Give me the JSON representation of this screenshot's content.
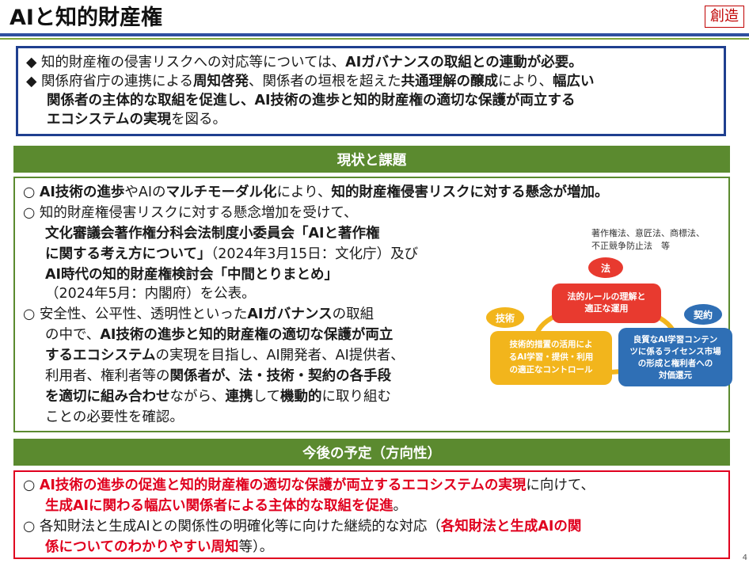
{
  "header": {
    "title": "AIと知的財産権",
    "badge": "創造"
  },
  "intro": {
    "bullet": "◆",
    "l1": {
      "a": "知的財産権の侵害リスクへの対応等については、",
      "b": "AIガバナンスの取組との連動が必要。"
    },
    "l2": {
      "a": "関係府省庁の連携による",
      "b": "周知啓発",
      "c": "、関係者の垣根を超えた",
      "d": "共通理解の醸成",
      "e": "により、",
      "f": "幅広い"
    },
    "l3": {
      "a": "関係者の主体的な取組を促進し、AI技術の進歩と知的財産権の適切な保護が両立する"
    },
    "l4": {
      "a": "エコシステムの実現",
      "b": "を図る。"
    }
  },
  "status": {
    "heading": "現状と課題",
    "bullet": "○",
    "p1": {
      "a": "AI技術の進歩",
      "b": "やAIの",
      "c": "マルチモーダル化",
      "d": "により、",
      "e": "知的財産権侵害リスクに対する懸念が増加。"
    },
    "p2": {
      "a": "知的財産権侵害リスクに対する懸念増加を受けて、",
      "b": "文化審議会著作権分科会法制度小委員会「AIと著作権",
      "c": "に関する考え方について」",
      "d": "（2024年3月15日：文化庁）及び",
      "e": "AI時代の知的財産権検討会「中間とりまとめ」",
      "f": "（2024年5月：内閣府）を公表。"
    },
    "p3": {
      "a": "安全性、公平性、透明性といった",
      "b": "AIガバナンス",
      "c": "の取組",
      "d": "の中で、",
      "e": "AI技術の進歩と知的財産権の適切な保護が両立",
      "f": "するエコシステム",
      "g": "の実現を目指し、AI開発者、AI提供者、",
      "h": "利用者、権利者等の",
      "i": "関係者が、法・技術・契約の各手段",
      "j": "を適切に組み合わせ",
      "k": "ながら、",
      "l": "連携",
      "m": "して",
      "n": "機動的",
      "o": "に取り組む",
      "p": "ことの必要性を確認。"
    }
  },
  "diagram": {
    "note1": "著作権法、意匠法、商標法、",
    "note2": "不正競争防止法　等",
    "law_tag": "法",
    "tech_tag": "技術",
    "contract_tag": "契約",
    "law": [
      "法的ルールの理解と",
      "適正な運用"
    ],
    "tech": [
      "技術的措置の活用によ",
      "るAI学習・提供・利用",
      "の適正なコントロール"
    ],
    "contract": [
      "良質なAI学習コンテン",
      "ツに係るライセンス市場",
      "の形成と権利者への",
      "対価還元"
    ],
    "colors": {
      "law": "#e83a2f",
      "tech": "#f2b51c",
      "contract": "#2f6fb5",
      "ring": "#f2b51c"
    }
  },
  "future": {
    "heading": "今後の予定（方向性）",
    "bullet": "○",
    "p1": {
      "a": "AI技術の進歩の促進と知的財産権の適切な保護が両立するエコシステムの実現",
      "b": "に向けて、",
      "c": "生成AIに関わる幅広い関係者による主体的な取組を促進",
      "d": "。"
    },
    "p2": {
      "a": "各知財法と生成AIとの関係性の明確化等に向けた継続的な対応（",
      "b": "各知財法と生成AIの関",
      "c": "係についてのわかりやすい周知",
      "d": "等）。"
    }
  },
  "page_number": "4"
}
